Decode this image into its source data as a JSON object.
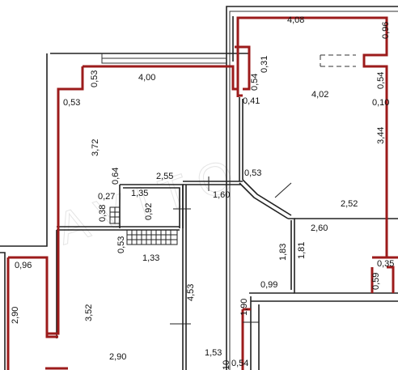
{
  "plan": {
    "dimensions": [
      {
        "id": "d408",
        "text": "4,08",
        "rot": false
      },
      {
        "id": "d096tr",
        "text": "0,96",
        "rot": true
      },
      {
        "id": "d031",
        "text": "0,31",
        "rot": true
      },
      {
        "id": "d054a",
        "text": "0,54",
        "rot": true
      },
      {
        "id": "d054b",
        "text": "0,54",
        "rot": true
      },
      {
        "id": "d402",
        "text": "4,02",
        "rot": false
      },
      {
        "id": "d041",
        "text": "0,41",
        "rot": false
      },
      {
        "id": "d010",
        "text": "0,10",
        "rot": false
      },
      {
        "id": "d400",
        "text": "4,00",
        "rot": false
      },
      {
        "id": "d053a",
        "text": "0,53",
        "rot": true
      },
      {
        "id": "d053b",
        "text": "0,53",
        "rot": false
      },
      {
        "id": "d372",
        "text": "3,72",
        "rot": true
      },
      {
        "id": "d344",
        "text": "3,44",
        "rot": true
      },
      {
        "id": "d053c",
        "text": "0,53",
        "rot": false
      },
      {
        "id": "d064",
        "text": "0,64",
        "rot": true
      },
      {
        "id": "d255",
        "text": "2,55",
        "rot": false
      },
      {
        "id": "d027",
        "text": "0,27",
        "rot": false
      },
      {
        "id": "d135",
        "text": "1,35",
        "rot": false
      },
      {
        "id": "d160",
        "text": "1,60",
        "rot": false
      },
      {
        "id": "d252",
        "text": "2,52",
        "rot": false
      },
      {
        "id": "d038",
        "text": "0,38",
        "rot": true
      },
      {
        "id": "d092",
        "text": "0,92",
        "rot": true
      },
      {
        "id": "d260",
        "text": "2,60",
        "rot": false
      },
      {
        "id": "d053d",
        "text": "0,53",
        "rot": true
      },
      {
        "id": "d133",
        "text": "1,33",
        "rot": false
      },
      {
        "id": "d183",
        "text": "1,83",
        "rot": true
      },
      {
        "id": "d181",
        "text": "1,81",
        "rot": true
      },
      {
        "id": "d096l",
        "text": "0,96",
        "rot": false
      },
      {
        "id": "d035",
        "text": "0,35",
        "rot": false
      },
      {
        "id": "d453",
        "text": "4,53",
        "rot": true
      },
      {
        "id": "d059",
        "text": "0,59",
        "rot": true
      },
      {
        "id": "d099",
        "text": "0,99",
        "rot": false
      },
      {
        "id": "d352",
        "text": "3,52",
        "rot": true
      },
      {
        "id": "d290v",
        "text": "2,90",
        "rot": true
      },
      {
        "id": "d190",
        "text": "1,90",
        "rot": true
      },
      {
        "id": "d290h",
        "text": "2,90",
        "rot": false
      },
      {
        "id": "d153",
        "text": "1,53",
        "rot": false
      },
      {
        "id": "d054c",
        "text": "0,54",
        "rot": false
      },
      {
        "id": "d010b",
        "text": "10",
        "rot": true
      }
    ],
    "colors": {
      "measured_outline": "#9c1b1b",
      "walls": "#222222",
      "background": "#ffffff"
    }
  }
}
